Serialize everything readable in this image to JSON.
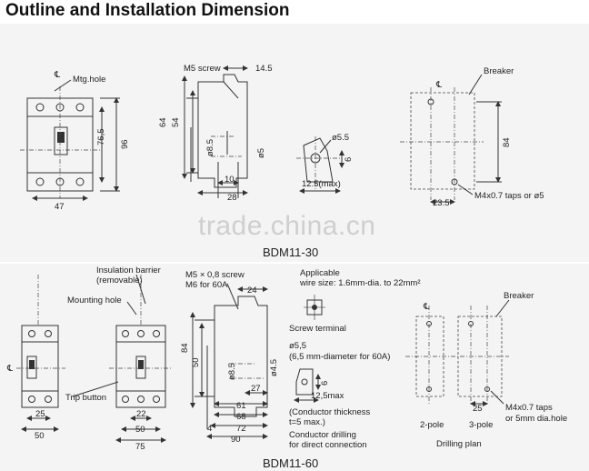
{
  "title": "Outline and Installation Dimension",
  "watermark": "trade.china.cn",
  "section1": {
    "caption": "BDM11-30",
    "labels": {
      "cl_a": "℄",
      "mtg_hole": "Mtg.hole",
      "d_76_5": "76,5",
      "d_96": "96",
      "d_47": "47",
      "m5_screw": "M5 screw",
      "d_14_5": "14.5",
      "d_64": "64",
      "d_54": "54",
      "d_8_5": "ø8.5",
      "d_5": "ø5",
      "d_10": "10",
      "d_28": "28",
      "d_5_5": "ø5.5",
      "d_6": "6",
      "d_12_5": "12.5(max)",
      "cl_b": "℄",
      "breaker": "Breaker",
      "d_84": "84",
      "d_23_5": "23.5",
      "m4_taps": "M4x0.7 taps or ø5"
    }
  },
  "section2": {
    "caption": "BDM11-60",
    "labels": {
      "insulation_barrier": "Insulation barrier",
      "removable": "(removable)",
      "mounting_hole": "Mounting hole",
      "trip_button": "Trip button",
      "cl_c": "℄",
      "d_25_a": "25",
      "d_50_a": "50",
      "d_22": "22",
      "d_50_b": "50",
      "d_75": "75",
      "m5_screw": "M5 × 0,8 screw",
      "m6_screw": "M6 for 60A",
      "d_24": "24",
      "d_84": "84",
      "d_50_c": "50",
      "d_8_5": "ø8.5",
      "d_4_5": "ø4.5",
      "d_27": "27",
      "d_61": "61",
      "d_68": "68",
      "d_72": "72",
      "d_90": "90",
      "d_4": "4",
      "applicable": "Applicable",
      "wire_size": "wire size: 1.6mm-dia. to 22mm²",
      "screw_terminal": "Screw terminal",
      "d_5_5": "ø5,5",
      "d_6_5_note": "(6,5 mm-diameter for 60A)",
      "d_6": "6",
      "d_12_5": "12,5max",
      "conductor_thickness": "(Conductor thickness",
      "t5": "t=5 max.)",
      "conductor_drilling": "Conductor drilling",
      "direct_connection": "for direct connection",
      "breaker": "Breaker",
      "d_25_b": "25",
      "m4_taps": "M4x0.7 taps",
      "or_5mm": "or 5mm dia.hole",
      "two_pole": "2-pole",
      "three_pole": "3-pole",
      "drilling_plan": "Drilling plan",
      "cl_d": "℄"
    }
  }
}
